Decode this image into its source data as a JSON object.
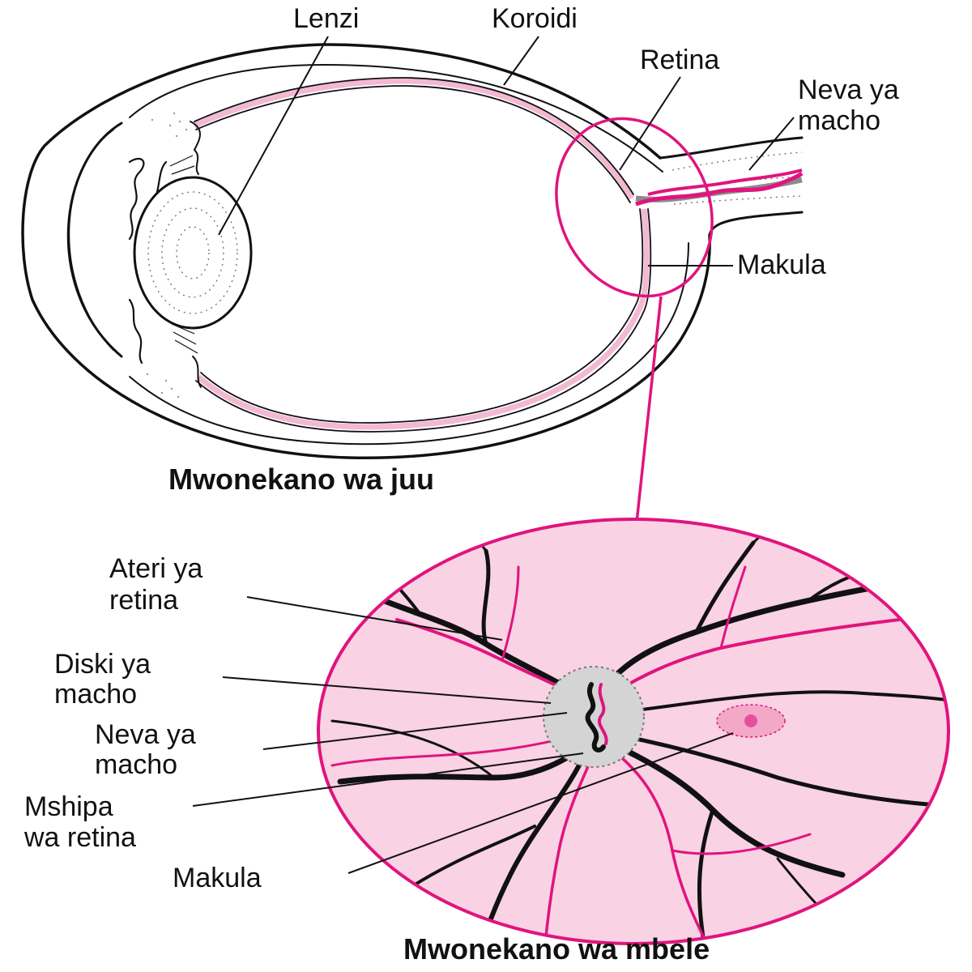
{
  "colors": {
    "accent": "#e0147f",
    "pink_fill": "#f9d2e3",
    "pink_light": "#f3b9d2",
    "disc_gray": "#d4d4d4",
    "ink": "#111111"
  },
  "top_view": {
    "caption": "Mwonekano wa juu",
    "labels": {
      "lens": "Lenzi",
      "choroid": "Koroidi",
      "retina": "Retina",
      "optic_nerve_line1": "Neva ya",
      "optic_nerve_line2": "macho",
      "macula": "Makula"
    }
  },
  "front_view": {
    "caption": "Mwonekano wa mbele",
    "labels": {
      "retinal_artery_line1": "Ateri ya",
      "retinal_artery_line2": "retina",
      "optic_disc_line1": "Diski ya",
      "optic_disc_line2": "macho",
      "optic_nerve_line1": "Neva ya",
      "optic_nerve_line2": "macho",
      "retinal_vein_line1": "Mshipa",
      "retinal_vein_line2": "wa retina",
      "macula": "Makula"
    }
  }
}
